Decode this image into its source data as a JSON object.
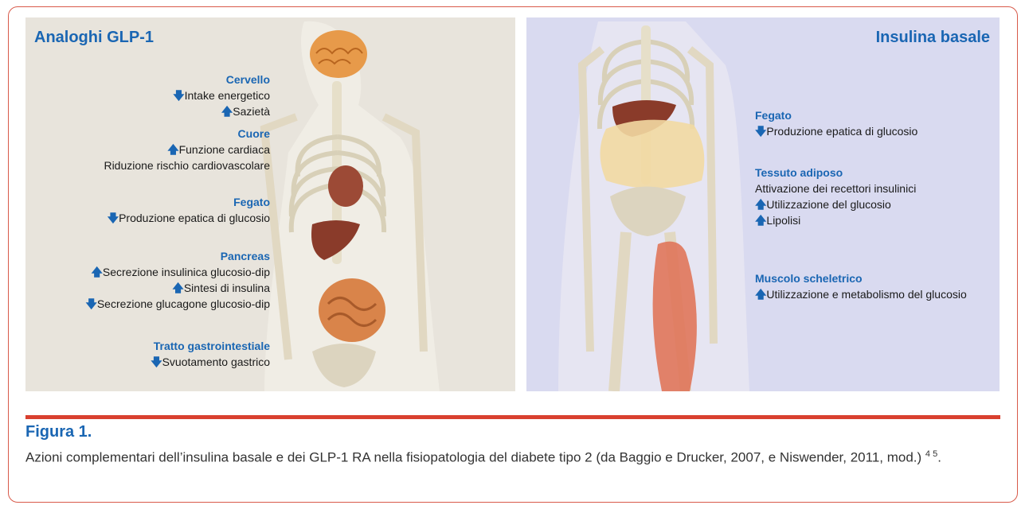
{
  "left_panel": {
    "title": "Analoghi GLP-1",
    "sections": [
      {
        "title": "Cervello",
        "lines": [
          {
            "arrow": "down",
            "text": "Intake energetico"
          },
          {
            "arrow": "up",
            "text": "Sazietà"
          }
        ]
      },
      {
        "title": "Cuore",
        "lines": [
          {
            "arrow": "up",
            "text": "Funzione cardiaca"
          },
          {
            "arrow": "",
            "text": "Riduzione rischio cardiovascolare"
          }
        ]
      },
      {
        "title": "Fegato",
        "lines": [
          {
            "arrow": "down",
            "text": "Produzione epatica di glucosio"
          }
        ]
      },
      {
        "title": "Pancreas",
        "lines": [
          {
            "arrow": "up",
            "text": "Secrezione insulinica glucosio-dip"
          },
          {
            "arrow": "up",
            "text": "Sintesi di insulina"
          },
          {
            "arrow": "down",
            "text": "Secrezione glucagone glucosio-dip"
          }
        ]
      },
      {
        "title": "Tratto gastrointestiale",
        "lines": [
          {
            "arrow": "down",
            "text": "Svuotamento gastrico"
          }
        ]
      }
    ]
  },
  "right_panel": {
    "title": "Insulina basale",
    "sections": [
      {
        "title": "Fegato",
        "lines": [
          {
            "arrow": "down",
            "text": "Produzione epatica di glucosio"
          }
        ]
      },
      {
        "title": "Tessuto adiposo",
        "lines": [
          {
            "arrow": "",
            "text": "Attivazione dei recettori insulinici"
          },
          {
            "arrow": "up",
            "text": "Utilizzazione del glucosio"
          },
          {
            "arrow": "up",
            "text": "Lipolisi"
          }
        ]
      },
      {
        "title": "Muscolo scheletrico",
        "lines": [
          {
            "arrow": "up",
            "text": "Utilizzazione e metabolismo del glucosio"
          }
        ]
      }
    ]
  },
  "caption": {
    "label": "Figura 1.",
    "text": "Azioni complementari dell’insulina basale e dei GLP-1 RA nella fisiopatologia del diabete tipo 2 (da Baggio e Drucker, 2007, e Niswender, 2011, mod.)",
    "refs": "4 5"
  },
  "icons": {
    "up": "arrow-up-icon",
    "down": "arrow-down-icon"
  },
  "colors": {
    "accent": "#1a66b3",
    "rule": "#d9402f",
    "left_bg": "#e8e4dc",
    "right_bg": "#d9daf0"
  }
}
